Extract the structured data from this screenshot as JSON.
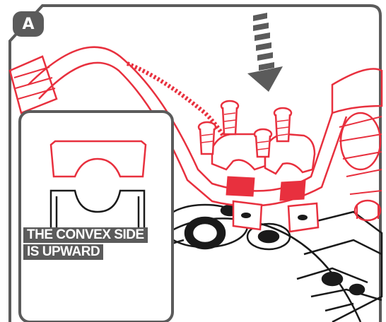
{
  "step_badge": "A",
  "callout": {
    "line1": "THE CONVEX SIDE",
    "line2": "IS UPWARD"
  },
  "colors": {
    "accent_red": "#e8303e",
    "frame_gray": "#5b5b5b",
    "line_black": "#1a1a1a",
    "background": "#ffffff"
  },
  "icons": {
    "direction_arrow": "dashed-down-arrow-icon"
  }
}
